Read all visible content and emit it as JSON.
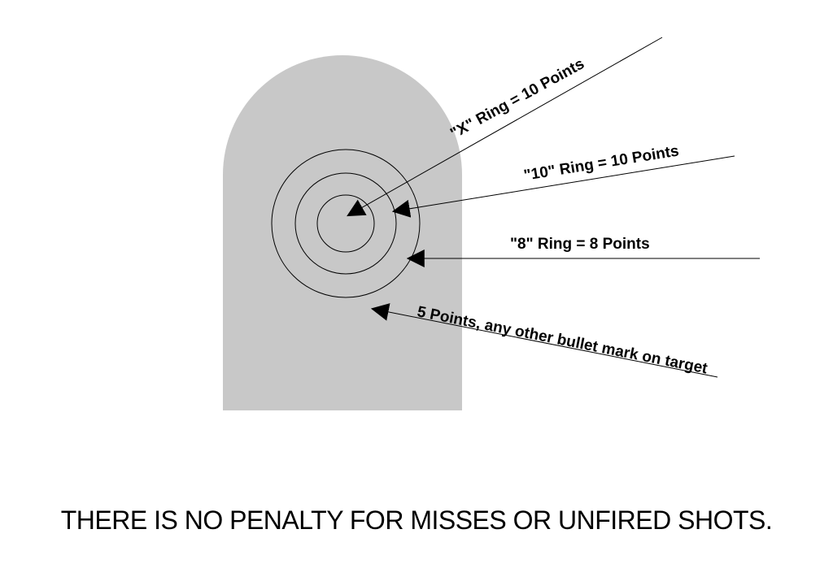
{
  "colors": {
    "target_fill": "#c8c8c8",
    "line": "#000000",
    "background": "#ffffff"
  },
  "labels": {
    "x_ring": "\"X\" Ring = 10 Points",
    "ten_ring": "\"10\" Ring = 10 Points",
    "eight_ring": "\"8\" Ring = 8 Points",
    "five_points": "5 Points, any other bullet mark on target"
  },
  "footer": {
    "note": "THERE IS NO PENALTY FOR MISSES OR UNFIRED SHOTS."
  }
}
